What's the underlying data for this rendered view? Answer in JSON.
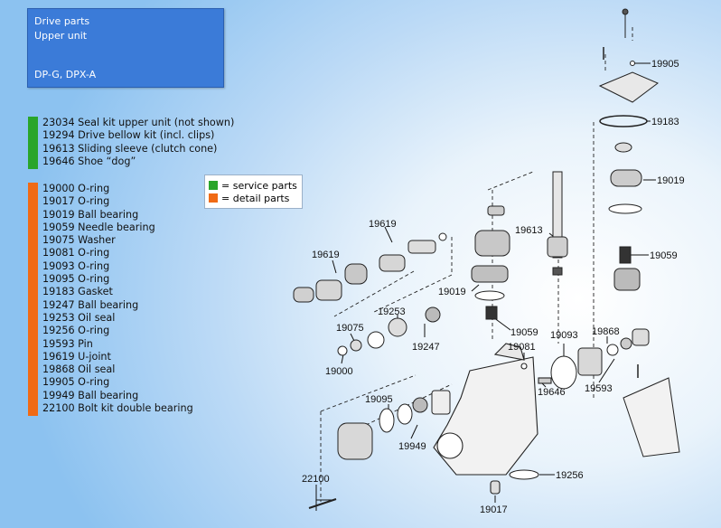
{
  "header": {
    "line1": "Drive parts",
    "line2": "Upper unit",
    "line3": "DP-G, DPX-A"
  },
  "colors": {
    "title_bg": "#3b7bd8",
    "service": "#2aa52a",
    "detail": "#f06a15"
  },
  "service_parts": [
    "23034 Seal kit upper unit (not shown)",
    "19294 Drive bellow kit (incl. clips)",
    "19613 Sliding sleeve (clutch cone)",
    "19646 Shoe “dog”"
  ],
  "detail_parts": [
    "19000 O-ring",
    "19017 O-ring",
    "19019 Ball bearing",
    "19059 Needle bearing",
    "19075 Washer",
    "19081 O-ring",
    "19093 O-ring",
    "19095 O-ring",
    "19183 Gasket",
    "19247 Ball bearing",
    "19253 Oil seal",
    "19256 O-ring",
    "19593 Pin",
    "19619 U-joint",
    "19868 Oil seal",
    "19905 O-ring",
    "19949 Ball bearing",
    "22100 Bolt kit double bearing"
  ],
  "legend": {
    "service": "= service parts",
    "detail": "= detail parts"
  },
  "callouts": {
    "c19905": "19905",
    "c19183": "19183",
    "c19019a": "19019",
    "c19059a": "19059",
    "c19613": "19613",
    "c19619a": "19619",
    "c19619b": "19619",
    "c19019b": "19019",
    "c19253": "19253",
    "c19075": "19075",
    "c19247": "19247",
    "c19000": "19000",
    "c19059b": "19059",
    "c19093": "19093",
    "c19081": "19081",
    "c19868": "19868",
    "c19646": "19646",
    "c19593": "19593",
    "c19095": "19095",
    "c19949": "19949",
    "c22100": "22100",
    "c19256": "19256",
    "c19017": "19017"
  }
}
